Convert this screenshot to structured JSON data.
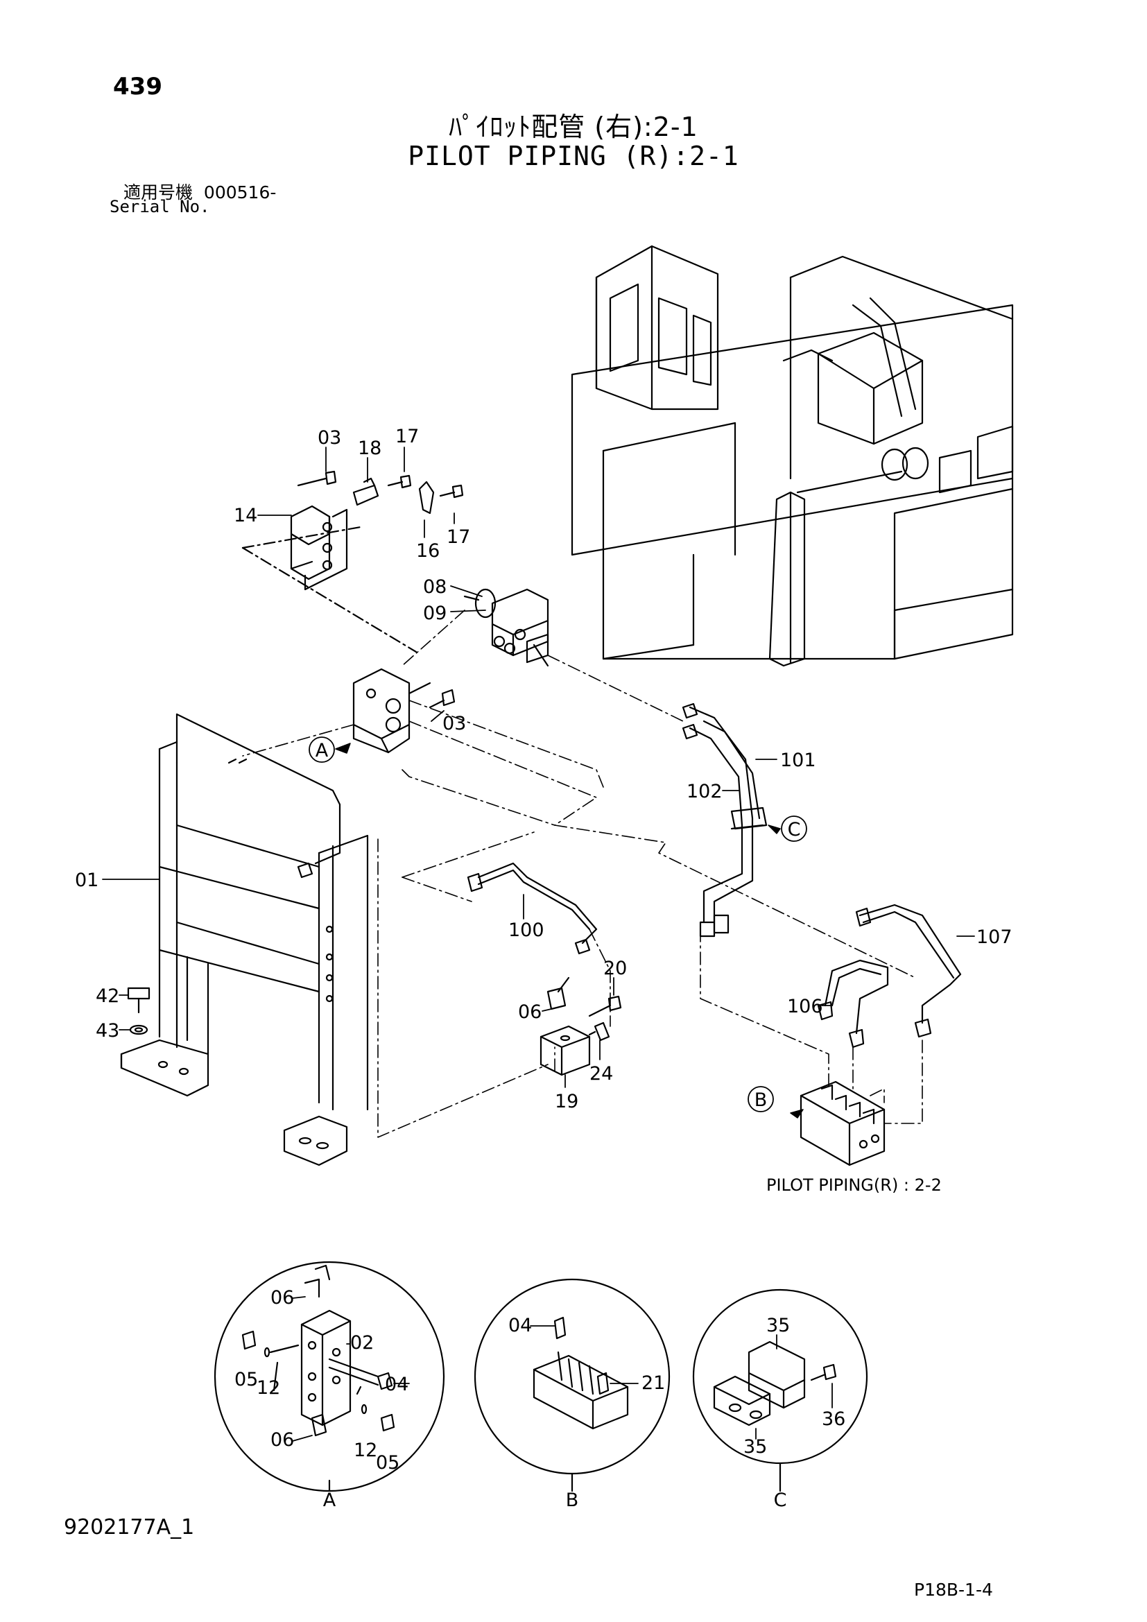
{
  "page_number": "439",
  "title_ja": "ﾊﾟｲﾛｯﾄ配管 (右):2-1",
  "title_en": "PILOT PIPING (R):2-1",
  "serial": {
    "label_ja": "適用号機",
    "value": "000516-",
    "label_en": "Serial No."
  },
  "callouts": [
    "03",
    "18",
    "17",
    "14",
    "16",
    "17",
    "08",
    "09",
    "03",
    "01",
    "42",
    "43",
    "100",
    "20",
    "06",
    "24",
    "19",
    "101",
    "102",
    "107",
    "106"
  ],
  "detail_refs": [
    "A",
    "C",
    "B"
  ],
  "cross_reference": "PILOT  PIPING(R) : 2-2",
  "details": {
    "A": {
      "label": "A",
      "callouts": [
        "06",
        "02",
        "05",
        "12",
        "04",
        "06",
        "12",
        "05"
      ]
    },
    "B": {
      "label": "B",
      "callouts": [
        "04",
        "21"
      ]
    },
    "C": {
      "label": "C",
      "callouts": [
        "35",
        "36",
        "35"
      ]
    }
  },
  "drawing_number": "9202177A_1",
  "sheet_code": "P18B-1-4"
}
